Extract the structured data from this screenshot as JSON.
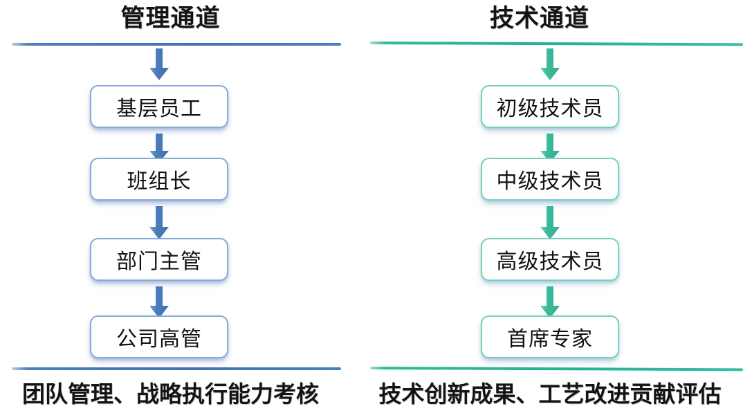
{
  "figure": {
    "kind": "dual-career-ladder-diagram",
    "background_color": "#ffffff"
  },
  "columns": [
    {
      "id": "management",
      "title": "管理通道",
      "accent_color": "#4a7ebb",
      "box_border_color": "#8aa9d6",
      "rule_color": "#4a7ebb",
      "arrow_color": "#4a7ebb",
      "arrow_icon": "down-arrow-icon",
      "steps": [
        {
          "label": "基层员工"
        },
        {
          "label": "班组长"
        },
        {
          "label": "部门主管"
        },
        {
          "label": "公司高管"
        }
      ],
      "caption": "团队管理、战略执行能力考核"
    },
    {
      "id": "technical",
      "title": "技术通道",
      "accent_color": "#3cba9c",
      "box_border_color": "#79cfbd",
      "rule_color": "#2fb99b",
      "arrow_color": "#3cba9c",
      "arrow_icon": "down-arrow-icon",
      "steps": [
        {
          "label": "初级技术员"
        },
        {
          "label": "中级技术员"
        },
        {
          "label": "高级技术员"
        },
        {
          "label": "首席专家"
        }
      ],
      "caption": "技术创新成果、工艺改进贡献评估"
    }
  ]
}
